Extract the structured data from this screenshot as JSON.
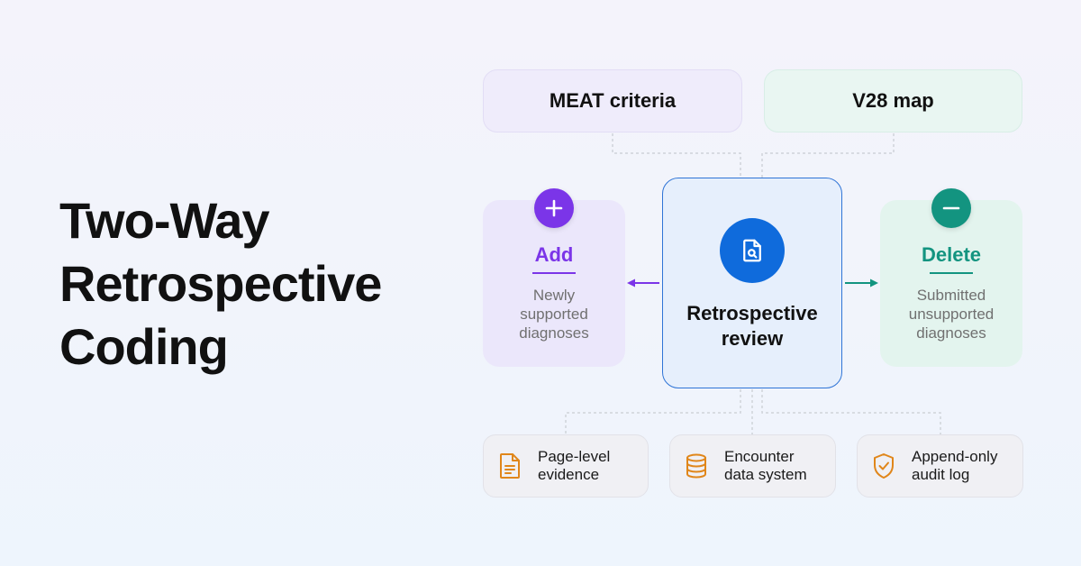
{
  "title": {
    "line1": "Two-Way",
    "line2": "Retrospective",
    "line3": "Coding"
  },
  "top": {
    "meat": "MEAT criteria",
    "v28": "V28 map"
  },
  "add": {
    "label": "Add",
    "desc_line1": "Newly",
    "desc_line2": "supported",
    "desc_line3": "diagnoses",
    "icon": "plus-icon",
    "color": "#7b35e8"
  },
  "delete": {
    "label": "Delete",
    "desc_line1": "Submitted",
    "desc_line2": "unsupported",
    "desc_line3": "diagnoses",
    "icon": "minus-icon",
    "color": "#139480"
  },
  "center": {
    "line1": "Retrospective",
    "line2": "review",
    "icon": "document-search-icon",
    "color": "#0f6bdc"
  },
  "bottom": [
    {
      "line1": "Page-level",
      "line2": "evidence",
      "icon": "document-icon"
    },
    {
      "line1": "Encounter",
      "line2": "data system",
      "icon": "database-icon"
    },
    {
      "line1": "Append-only",
      "line2": "audit log",
      "icon": "shield-check-icon"
    }
  ],
  "accent_orange": "#e0861a"
}
